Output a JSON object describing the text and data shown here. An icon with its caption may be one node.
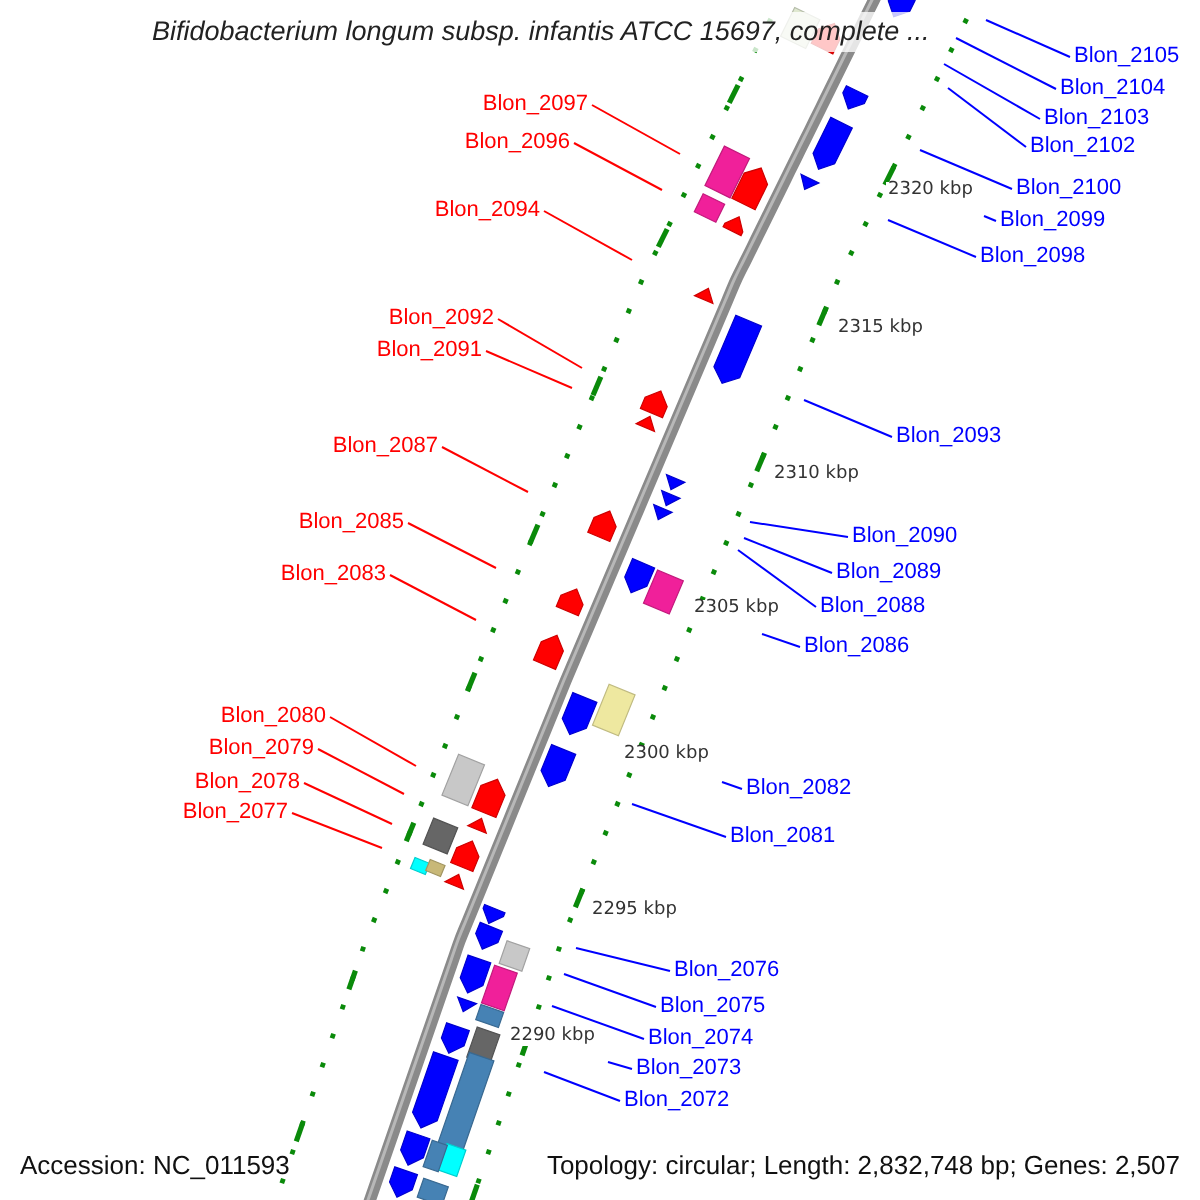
{
  "diagram": {
    "title": "Bifidobacterium longum subsp. infantis ATCC 15697, complete ...",
    "nodes": [
      {
        "text": [
          "Blon_2105"
        ]
      },
      {
        "text": [
          "Blon_2104"
        ]
      },
      {
        "text": [
          "Blon_2103"
        ]
      },
      {
        "text": [
          "Blon_2097"
        ]
      },
      {
        "text": [
          "Blon_2102"
        ]
      },
      {
        "text": [
          "Blon_2096"
        ]
      },
      {
        "text": [
          "Blon_2100"
        ]
      },
      {
        "text": [
          "Blon_2099"
        ]
      },
      {
        "text": [
          "Blon_2094"
        ]
      },
      {
        "text": [
          "Blon_2098"
        ]
      },
      {
        "text": [
          "Blon_2092"
        ]
      },
      {
        "text": [
          "Blon_2091"
        ]
      },
      {
        "text": [
          "Blon_2093"
        ]
      },
      {
        "text": [
          "Blon_2087"
        ]
      },
      {
        "text": [
          "Blon_2085"
        ]
      },
      {
        "text": [
          "Blon_2090"
        ]
      },
      {
        "text": [
          "Blon_2089"
        ]
      },
      {
        "text": [
          "Blon_2083"
        ]
      },
      {
        "text": [
          "Blon_2088"
        ]
      },
      {
        "text": [
          "Blon_2086"
        ]
      },
      {
        "text": [
          "Blon_2080"
        ]
      },
      {
        "text": [
          "Blon_2079"
        ]
      },
      {
        "text": [
          "Blon_2078"
        ]
      },
      {
        "text": [
          "Blon_2082"
        ]
      },
      {
        "text": [
          "Blon_2077"
        ]
      },
      {
        "text": [
          "Blon_2081"
        ]
      },
      {
        "text": [
          "Blon_2076"
        ]
      },
      {
        "text": [
          "Blon_2075"
        ]
      },
      {
        "text": [
          "Blon_2074"
        ]
      },
      {
        "text": [
          "Blon_2073"
        ]
      },
      {
        "text": [
          "Blon_2072"
        ]
      }
    ],
    "edges": [
      {
        "from": 0,
        "to": null,
        "arrow": "none"
      },
      {
        "from": 1,
        "to": null,
        "arrow": "none"
      },
      {
        "from": 2,
        "to": null,
        "arrow": "none"
      },
      {
        "from": 3,
        "to": null,
        "arrow": "none",
        "color": "#ff0000"
      },
      {
        "from": 4,
        "to": null,
        "arrow": "none"
      },
      {
        "from": 5,
        "to": null,
        "arrow": "none",
        "color": "#ff0000"
      },
      {
        "from": 6,
        "to": null,
        "arrow": "none"
      },
      {
        "from": 7,
        "to": null,
        "arrow": "none"
      },
      {
        "from": 8,
        "to": null,
        "arrow": "none",
        "color": "#ff0000"
      },
      {
        "from": 9,
        "to": null,
        "arrow": "none"
      },
      {
        "from": 10,
        "to": null,
        "arrow": "none",
        "color": "#ff0000"
      },
      {
        "from": 11,
        "to": null,
        "arrow": "none",
        "color": "#ff0000"
      },
      {
        "from": 12,
        "to": null,
        "arrow": "none"
      },
      {
        "from": 13,
        "to": null,
        "arrow": "none",
        "color": "#ff0000"
      },
      {
        "from": 14,
        "to": null,
        "arrow": "none",
        "color": "#ff0000"
      },
      {
        "from": 15,
        "to": null,
        "arrow": "none"
      },
      {
        "from": 16,
        "to": null,
        "arrow": "none"
      },
      {
        "from": 17,
        "to": null,
        "arrow": "none",
        "color": "#ff0000"
      },
      {
        "from": 18,
        "to": null,
        "arrow": "none"
      },
      {
        "from": 19,
        "to": null,
        "arrow": "none"
      },
      {
        "from": 20,
        "to": null,
        "arrow": "none",
        "color": "#ff0000"
      },
      {
        "from": 21,
        "to": null,
        "arrow": "none",
        "color": "#ff0000"
      },
      {
        "from": 22,
        "to": null,
        "arrow": "none",
        "color": "#ff0000"
      },
      {
        "from": 23,
        "to": null,
        "arrow": "none"
      },
      {
        "from": 24,
        "to": null,
        "arrow": "none",
        "color": "#ff0000"
      },
      {
        "from": 25,
        "to": null,
        "arrow": "none"
      },
      {
        "from": 26,
        "to": null,
        "arrow": "none"
      },
      {
        "from": 27,
        "to": null,
        "arrow": "none"
      },
      {
        "from": 28,
        "to": null,
        "arrow": "none"
      },
      {
        "from": 29,
        "to": null,
        "arrow": "none"
      },
      {
        "from": 30,
        "to": null,
        "arrow": "none"
      }
    ],
    "labels": [
      "2320 kbp",
      "2315 kbp",
      "2310 kbp",
      "2305 kbp",
      "2300 kbp",
      "2295 kbp",
      "2290 kbp",
      "Accession: NC_011593",
      "Topology: circular; Length: 2,832,748 bp; Genes: 2,507"
    ]
  }
}
